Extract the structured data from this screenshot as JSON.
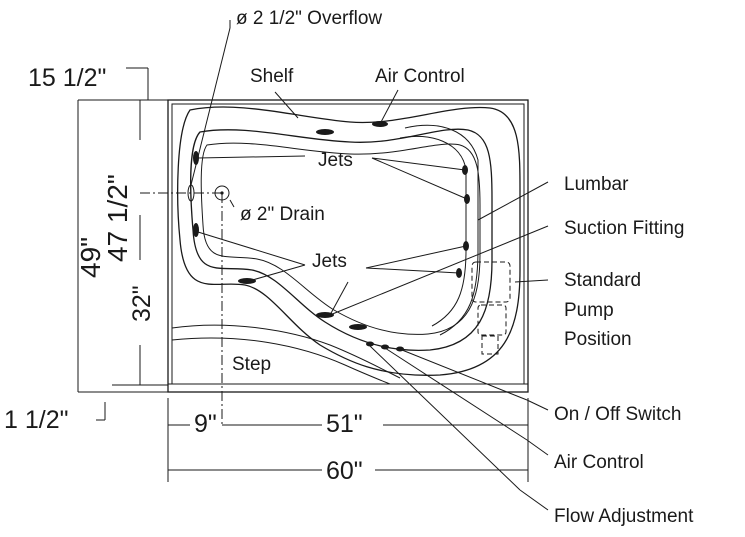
{
  "labels": {
    "overflow": "ø 2 1/2\" Overflow",
    "shelf": "Shelf",
    "air_control_top": "Air Control",
    "jets_top": "Jets",
    "drain": "ø 2\" Drain",
    "jets_bottom": "Jets",
    "lumbar": "Lumbar",
    "suction_fitting": "Suction Fitting",
    "pump_line1": "Standard",
    "pump_line2": "Pump",
    "pump_line3": "Position",
    "step": "Step",
    "on_off_switch": "On / Off Switch",
    "air_control_bottom": "Air Control",
    "flow_adjustment": "Flow Adjustment"
  },
  "dimensions": {
    "top_offset": "15 1/2\"",
    "total_depth": "49\"",
    "inner_depth": "47 1/2\"",
    "drain_depth": "32\"",
    "bottom_offset": "1 1/2\"",
    "drain_offset": "9\"",
    "inner_width": "51\"",
    "total_width": "60\""
  }
}
